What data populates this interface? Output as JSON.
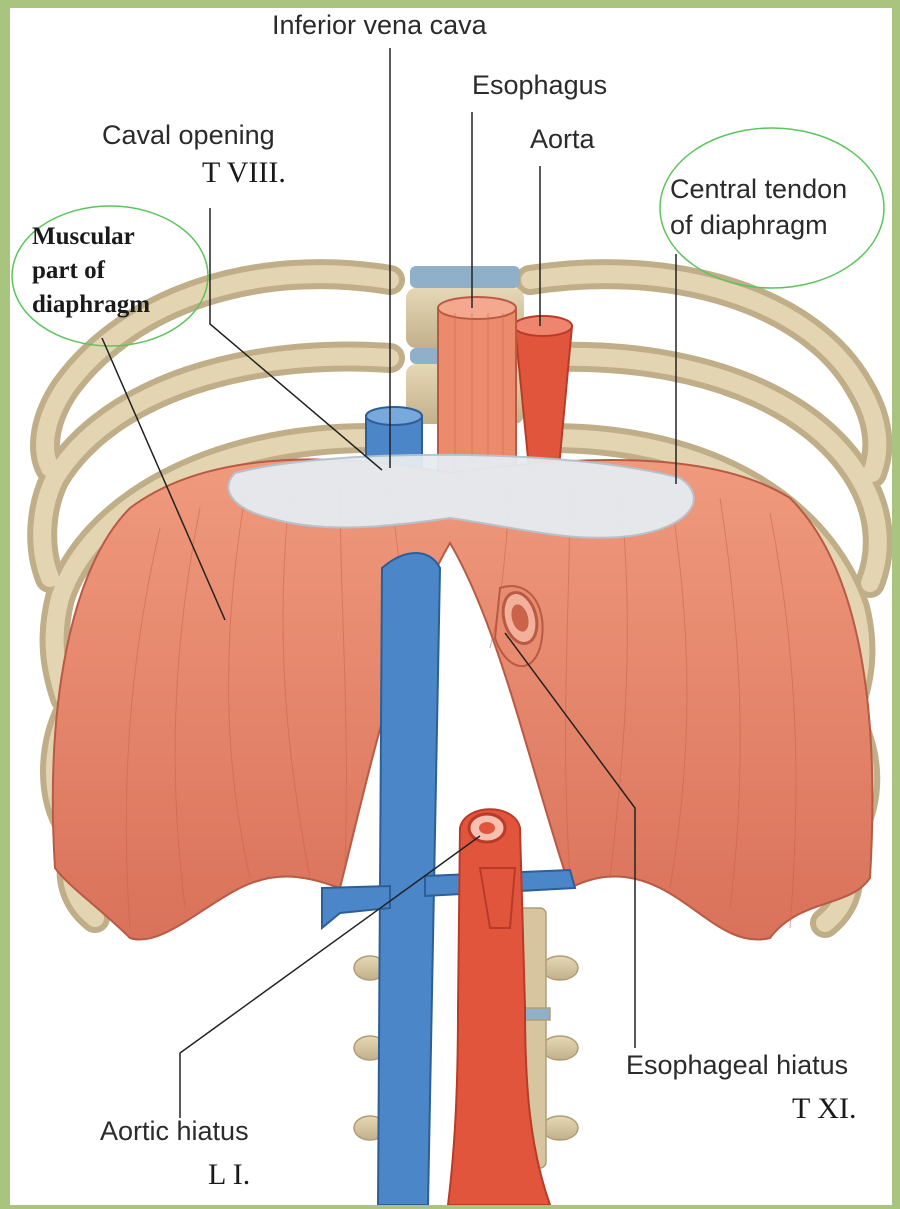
{
  "labels": {
    "inferior_vena_cava": "Inferior vena cava",
    "esophagus": "Esophagus",
    "aorta": "Aorta",
    "caval_opening": "Caval opening",
    "caval_level": "T VIII.",
    "central_tendon_line1": "Central tendon",
    "central_tendon_line2": "of diaphragm",
    "muscular_line1": "Muscular",
    "muscular_line2": "part of",
    "muscular_line3": "diaphragm",
    "aortic_hiatus": "Aortic hiatus",
    "aortic_level": "L I.",
    "esophageal_hiatus": "Esophageal hiatus",
    "esophageal_level": "T XI."
  },
  "colors": {
    "border": "#a9c47f",
    "muscle": "#e98b6e",
    "muscle_dark": "#c9634a",
    "tendon": "#dfe7ee",
    "vein": "#4a86c8",
    "artery": "#e2553d",
    "bone": "#d8c8a3",
    "highlight_circle": "#5cc45c"
  }
}
